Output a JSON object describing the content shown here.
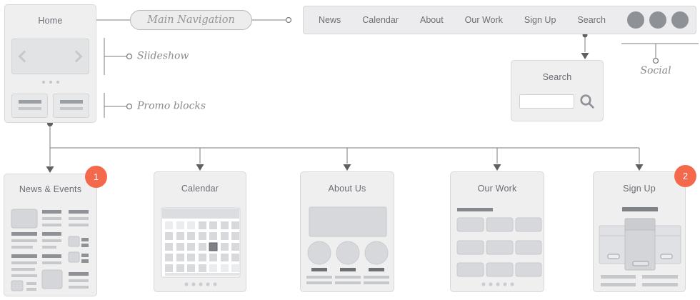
{
  "colors": {
    "accent": "#f4694c",
    "connector": "#7b7d80"
  },
  "home": {
    "title": "Home"
  },
  "annotations": {
    "main_navigation": "Main Navigation",
    "slideshow": "Slideshow",
    "promo_blocks": "Promo blocks",
    "social": "Social"
  },
  "nav": {
    "items": [
      "News",
      "Calendar",
      "About",
      "Our Work",
      "Sign Up",
      "Search"
    ],
    "social_icon_count": 3
  },
  "search_panel": {
    "title": "Search",
    "input_value": ""
  },
  "pages": [
    {
      "title": "News & Events",
      "badge": "1"
    },
    {
      "title": "Calendar",
      "badge": ""
    },
    {
      "title": "About Us",
      "badge": ""
    },
    {
      "title": "Our Work",
      "badge": ""
    },
    {
      "title": "Sign Up",
      "badge": "2"
    }
  ]
}
